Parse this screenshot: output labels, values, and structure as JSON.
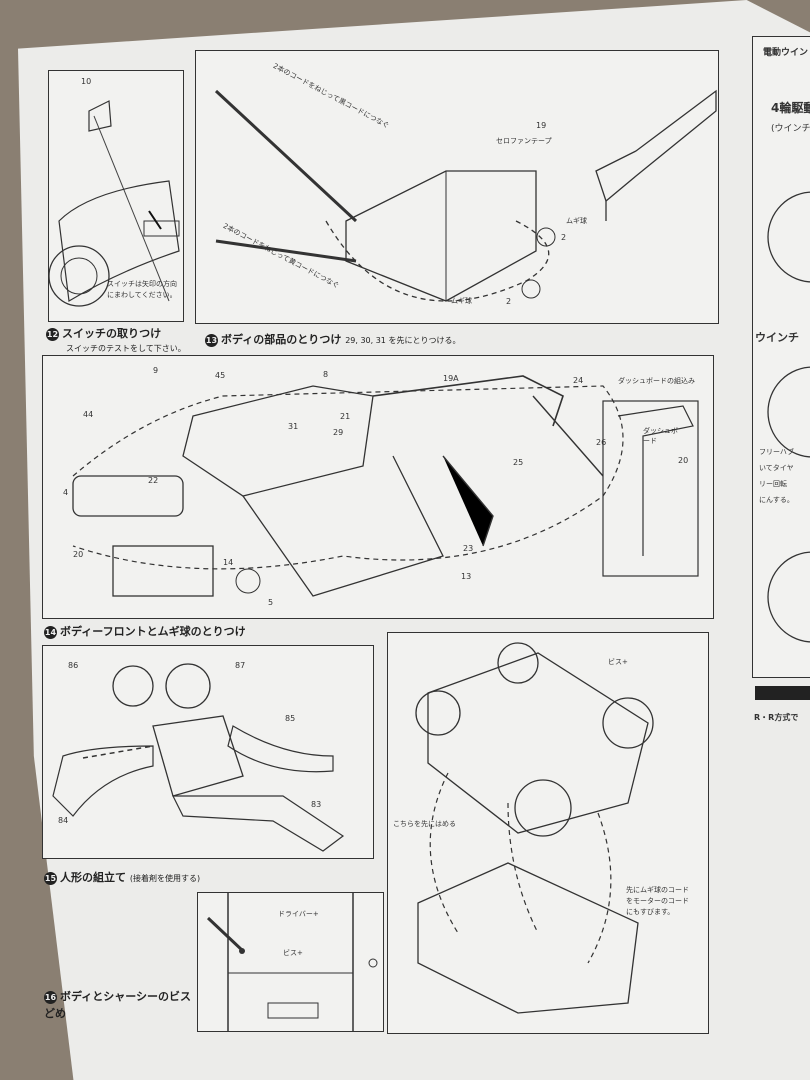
{
  "page": {
    "steps": [
      {
        "num": "12",
        "title": "スイッチの取りつけ",
        "subtitle": "スイッチのテストをして下さい。"
      },
      {
        "num": "13",
        "title": "ボディの部品のとりつけ",
        "subtitle": "29, 30, 31 を先にとりつける。"
      },
      {
        "num": "14",
        "title": "ボディーフロントとムギ球のとりつけ",
        "subtitle": ""
      },
      {
        "num": "15",
        "title": "人形の組立て",
        "subtitle": "(接着剤を使用する)"
      },
      {
        "num": "16",
        "title": "ボディとシャーシーのビスどめ",
        "subtitle": ""
      }
    ],
    "panel12": {
      "part": "10",
      "note": "スイッチは矢印の方向にまわしてください。"
    },
    "panel13": {
      "label_top": "2本のコードをねじって黒コードにつなぐ",
      "label_bottom": "2本のコードをねじって黄コードにつなぐ",
      "label_tape": "セロファンテープ",
      "label_bulb1": "ムギ球",
      "label_bulb2": "ムギ球",
      "part_bar": "19",
      "part_lamp1": "2",
      "part_lamp2": "2"
    },
    "panel14": {
      "parts": [
        "9",
        "45",
        "8",
        "19A",
        "24",
        "44",
        "21",
        "31",
        "29",
        "26",
        "22",
        "25",
        "4",
        "23",
        "14",
        "20",
        "5",
        "13"
      ],
      "inset_title": "ダッシュボードの組込み",
      "inset_label": "ダッシュボード",
      "inset_part": "20"
    },
    "panel15": {
      "parts": [
        "86",
        "87",
        "85",
        "84",
        "83"
      ]
    },
    "panel16": {
      "label_driver": "ドライバー+",
      "label_screw": "ビス+"
    },
    "panel_chassis": {
      "label_screw": "ビス+",
      "label_first": "こちらを先にはめる",
      "label_motor": "先にムギ球のコードをモーターのコードにもすびます。"
    },
    "right_edge": {
      "text_top": "電動ウイン",
      "text_4wd": "4輪駆動",
      "text_winch": "(ウインチ",
      "text_winch2": "ウインチ",
      "text_freehub": "フリーハブ",
      "text_tire": "いてタイヤ",
      "text_turn": "リー回転",
      "text_ni": "にんする。",
      "text_rr": "R・R方式で"
    }
  }
}
